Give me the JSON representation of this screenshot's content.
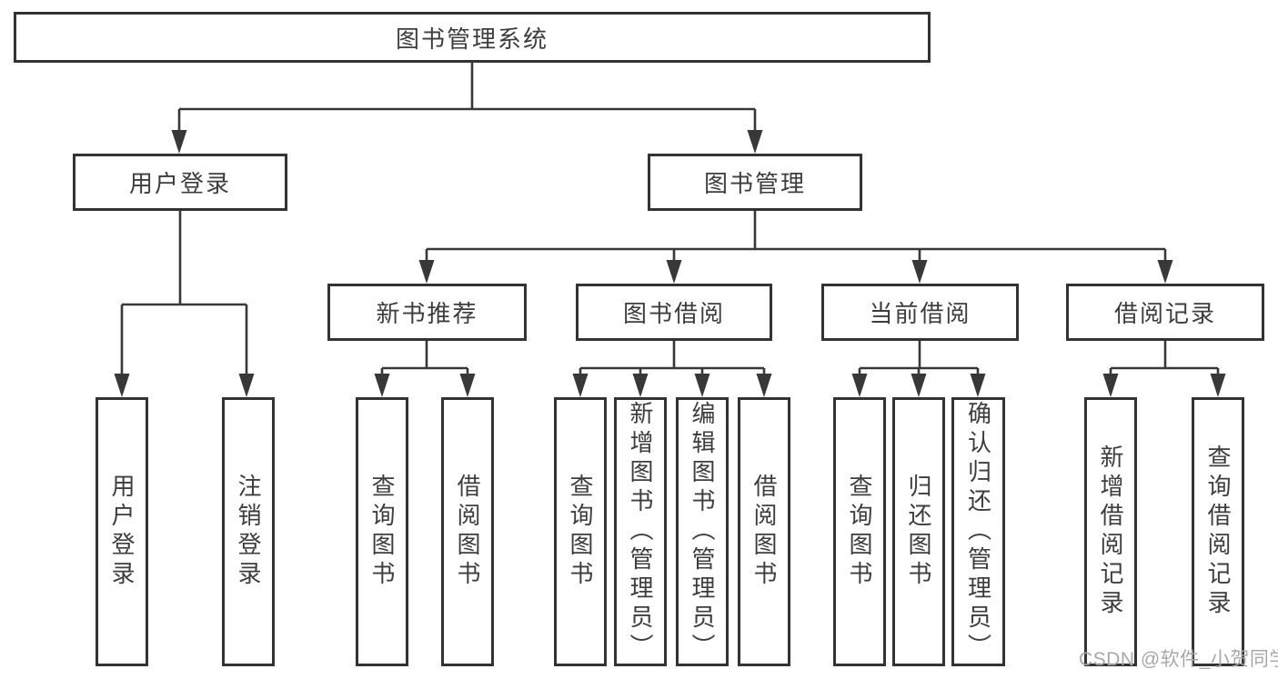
{
  "tree": {
    "label": "图书管理系统",
    "children": [
      {
        "label": "用户登录",
        "children": [
          {
            "label": "用户登录"
          },
          {
            "label": "注销登录"
          }
        ]
      },
      {
        "label": "图书管理",
        "children": [
          {
            "label": "新书推荐",
            "children": [
              {
                "label": "查询图书"
              },
              {
                "label": "借阅图书"
              }
            ]
          },
          {
            "label": "图书借阅",
            "children": [
              {
                "label": "查询图书"
              },
              {
                "label": "新增图书（管理员）"
              },
              {
                "label": "编辑图书（管理员）"
              },
              {
                "label": "借阅图书"
              }
            ]
          },
          {
            "label": "当前借阅",
            "children": [
              {
                "label": "查询图书"
              },
              {
                "label": "归还图书"
              },
              {
                "label": "确认归还（管理员）"
              }
            ]
          },
          {
            "label": "借阅记录",
            "children": [
              {
                "label": "新增借阅记录"
              },
              {
                "label": "查询借阅记录"
              }
            ]
          }
        ]
      }
    ]
  },
  "watermark": {
    "text": "CSDN @软件_小贺同学"
  },
  "colors": {
    "line": "#383838",
    "border": "#333333",
    "text": "#3d3d3d",
    "watermark": "#a8a8a8",
    "background": "#ffffff"
  }
}
